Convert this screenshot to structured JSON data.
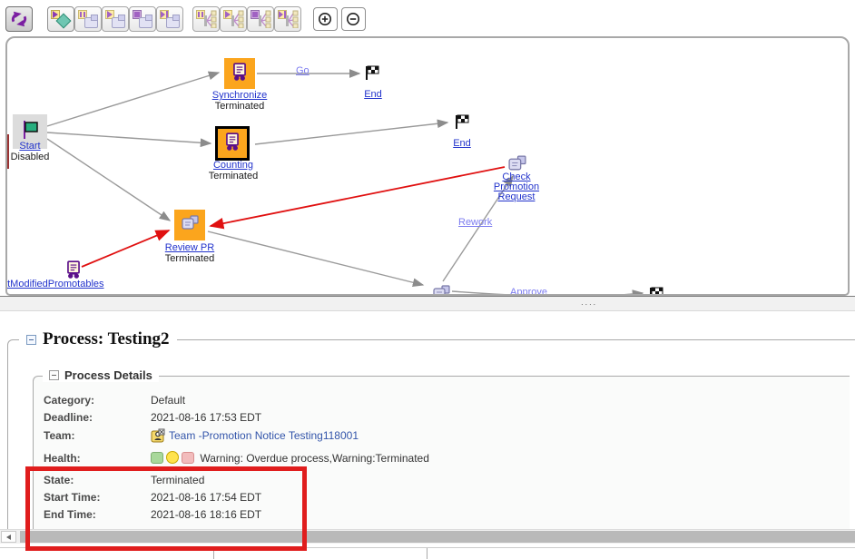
{
  "toolbar": {
    "icons": [
      "refresh",
      "play-diamond",
      "pause-task",
      "play-task",
      "stop-task",
      "skip-task",
      "pause-tree",
      "play-tree",
      "stop-tree",
      "skip-tree",
      "zoom-in",
      "zoom-out"
    ]
  },
  "diagram": {
    "nodes": [
      {
        "id": "start",
        "label": "Start",
        "status": "Disabled"
      },
      {
        "id": "synchronize",
        "label": "Synchronize",
        "status": "Terminated"
      },
      {
        "id": "end-1",
        "label": "End"
      },
      {
        "id": "counting",
        "label": "Counting",
        "status": "Terminated"
      },
      {
        "id": "end-2",
        "label": "End"
      },
      {
        "id": "review-pr",
        "label": "Review PR",
        "status": "Terminated"
      },
      {
        "id": "get-modified-promotables",
        "label": "etModifiedPromotables"
      },
      {
        "id": "check-promotion-request",
        "label": "Check Promotion Request"
      }
    ],
    "edge_labels": {
      "go": "Go",
      "rework": "Rework",
      "approve": "Approve"
    }
  },
  "process": {
    "title": "Process: Testing2",
    "details": {
      "title": "Process Details",
      "rows": [
        {
          "label": "Category:",
          "value": "Default"
        },
        {
          "label": "Deadline:",
          "value": "2021-08-16 17:53 EDT"
        },
        {
          "label": "Team:",
          "value": "Team -Promotion Notice Testing118001"
        },
        {
          "label": "Health:",
          "value": "Warning: Overdue process,Warning:Terminated"
        },
        {
          "label": "State:",
          "value": "Terminated"
        },
        {
          "label": "Start Time:",
          "value": "2021-08-16 17:54 EDT"
        },
        {
          "label": "End Time:",
          "value": "2021-08-16 18:16 EDT"
        }
      ]
    }
  },
  "colors": {
    "node_orange": "#fba51d",
    "arrow_gray": "#9a9a9a",
    "arrow_red": "#e01010",
    "node_link_blue": "#2233cc",
    "edge_label_blue": "#7c7cf0",
    "highlight_red": "#e01d1d",
    "health_green": "#a8d89a",
    "health_yellow": "#ffe34d",
    "health_pink": "#f2bcbc"
  }
}
